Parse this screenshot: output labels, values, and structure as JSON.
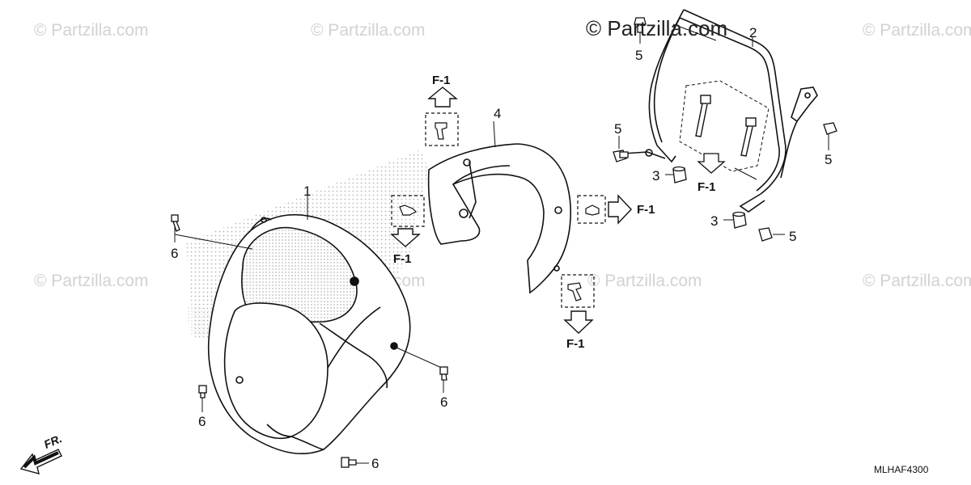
{
  "watermark": {
    "text": "© Partzilla.com",
    "main_text": "© Partzilla.com"
  },
  "callouts": {
    "headlight_cover": "1",
    "stay_bracket": "2",
    "collar_a": "3",
    "collar_b": "3",
    "inner_cover": "4",
    "bolt5_top": "5",
    "bolt5_mid": "5",
    "bolt5_right": "5",
    "bolt5_bottom": "5",
    "screw6_left": "6",
    "screw6_right": "6",
    "screw6_lower_left": "6",
    "screw6_bottom": "6"
  },
  "references": {
    "top": "F-1",
    "left": "F-1",
    "right": "F-1",
    "bottom": "F-1",
    "bracket": "F-1"
  },
  "front_arrow_label": "FR.",
  "diagram_code": "MLHAF4300"
}
